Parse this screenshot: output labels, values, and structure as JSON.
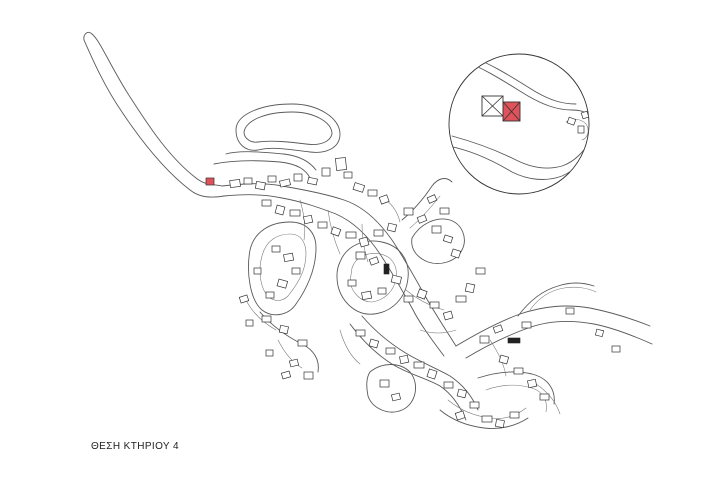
{
  "caption": {
    "text": "ΘΕΣΗ ΚΤΗΡΙΟΥ 4"
  },
  "colors": {
    "highlight": "#e0525a",
    "linework": "#333333",
    "background": "#ffffff"
  },
  "map": {
    "subject": "settlement-street-plan",
    "highlighted_building": "building-4-marker",
    "inset": "magnified-building-detail"
  }
}
